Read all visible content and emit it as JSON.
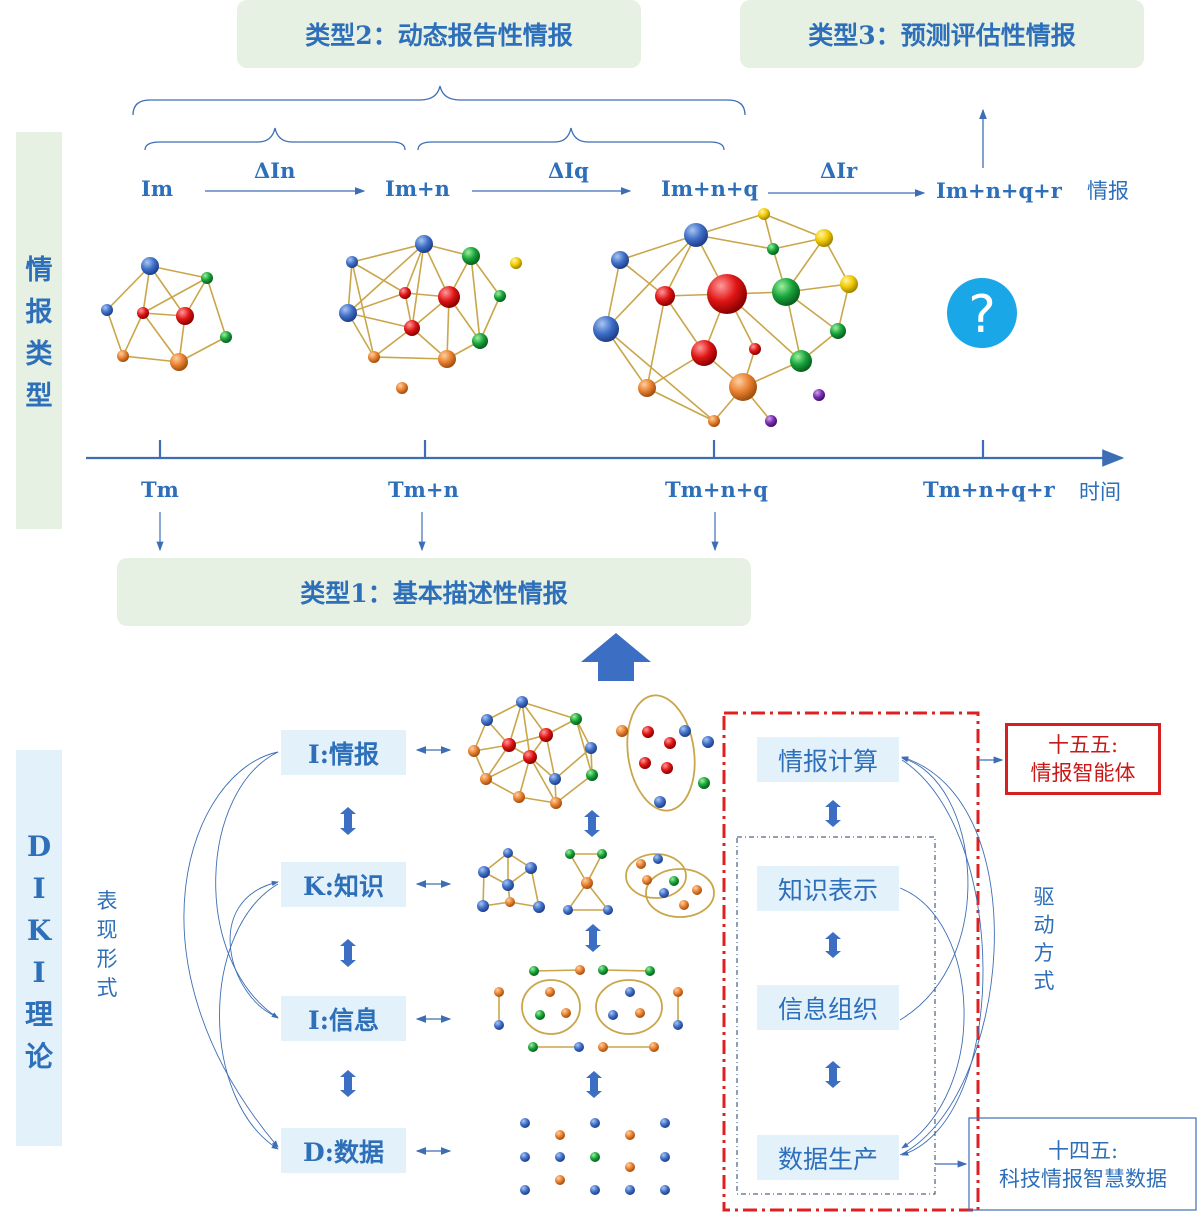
{
  "top_side_label": [
    "情",
    "报",
    "类",
    "型"
  ],
  "bottom_side_label": [
    "D",
    "I",
    "K",
    "I",
    "理",
    "论"
  ],
  "types": {
    "type1": "类型1：基本描述性情报",
    "type2": "类型2：动态报告性情报",
    "type3": "类型3：预测评估性情报"
  },
  "increments": [
    "ΔIn",
    "ΔIq",
    "ΔIr"
  ],
  "intel_states": [
    "Im",
    "Im+n",
    "Im+n+q",
    "Im+n+q+r"
  ],
  "intel_label": "情报",
  "time_ticks": [
    "Tm",
    "Tm+n",
    "Tm+n+q",
    "Tm+n+q+r"
  ],
  "time_label": "时间",
  "question_mark": "?",
  "diki_levels": [
    "I:情报",
    "K:知识",
    "I:信息",
    "D:数据"
  ],
  "representation_label": [
    "表",
    "现",
    "形",
    "式"
  ],
  "processes": [
    "情报计算",
    "知识表示",
    "信息组织",
    "数据生产"
  ],
  "drive_label": [
    "驱",
    "动",
    "方",
    "式"
  ],
  "plan15": {
    "line1": "十五五:",
    "line2": "情报智能体"
  },
  "plan14": {
    "line1": "十四五:",
    "line2": "科技情报智慧数据"
  },
  "colors": {
    "text": "#2e6fba",
    "red_dash": "#e02020",
    "green_bg": "#e6f0e3",
    "blue_bg": "#e3f1fb",
    "edge": "#c9a64a"
  }
}
